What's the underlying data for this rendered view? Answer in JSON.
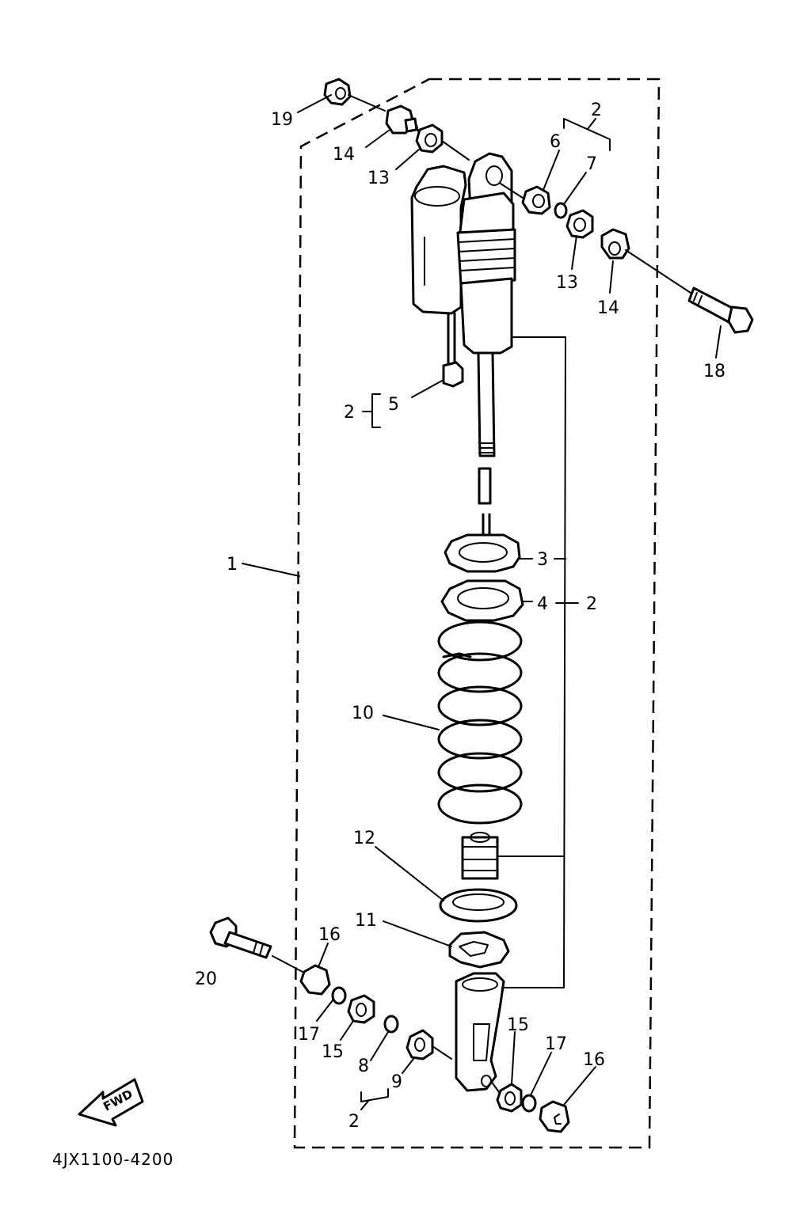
{
  "drawing_code": "4JX1100-4200",
  "fwd_label": "FWD",
  "callouts": {
    "c1": "1",
    "c2_top": "2",
    "c6": "6",
    "c7": "7",
    "c19": "19",
    "c14_left": "14",
    "c13_left": "13",
    "c13_right": "13",
    "c14_right": "14",
    "c18": "18",
    "c2_seal": "2",
    "c5": "5",
    "c3": "3",
    "c4": "4",
    "c2_mid": "2",
    "c10": "10",
    "c12": "12",
    "c11": "11",
    "c20": "20",
    "c16_left": "16",
    "c17_left": "17",
    "c15_left": "15",
    "c8": "8",
    "c9": "9",
    "c2_bottom": "2",
    "c15_right": "15",
    "c17_right": "17",
    "c16_right": "16"
  }
}
